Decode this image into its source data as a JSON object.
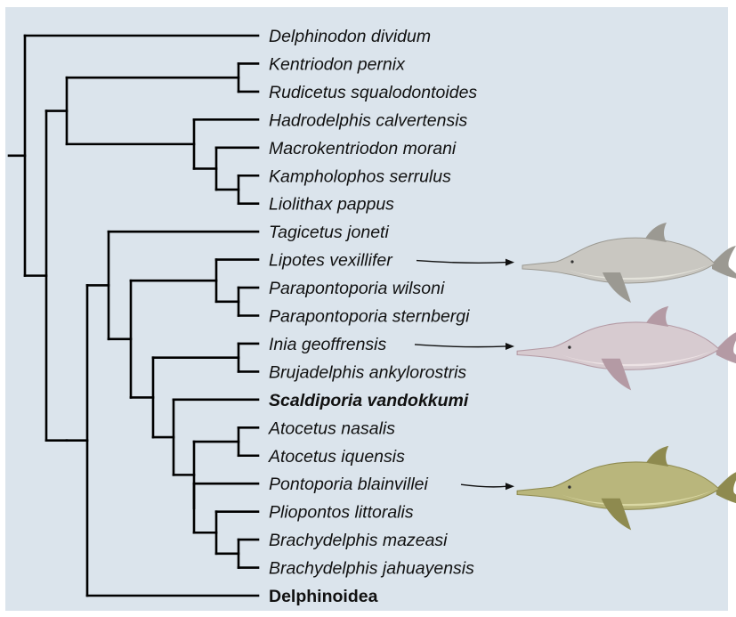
{
  "background_color": "#dbe4ec",
  "taxa": [
    {
      "id": "delphinodon",
      "name": "Delphinodon dividum",
      "italic": true,
      "bold": false
    },
    {
      "id": "kentriodon",
      "name": "Kentriodon pernix",
      "italic": true,
      "bold": false
    },
    {
      "id": "rudicetus",
      "name": "Rudicetus squalodontoides",
      "italic": true,
      "bold": false
    },
    {
      "id": "hadrodelphis",
      "name": "Hadrodelphis calvertensis",
      "italic": true,
      "bold": false
    },
    {
      "id": "macrokentriodon",
      "name": "Macrokentriodon morani",
      "italic": true,
      "bold": false
    },
    {
      "id": "kampholophos",
      "name": "Kampholophos serrulus",
      "italic": true,
      "bold": false
    },
    {
      "id": "liolithax",
      "name": "Liolithax pappus",
      "italic": true,
      "bold": false
    },
    {
      "id": "tagicetus",
      "name": "Tagicetus joneti",
      "italic": true,
      "bold": false
    },
    {
      "id": "lipotes",
      "name": "Lipotes vexillifer",
      "italic": true,
      "bold": false
    },
    {
      "id": "parapontoporia-wilsoni",
      "name": "Parapontoporia wilsoni",
      "italic": true,
      "bold": false
    },
    {
      "id": "parapontoporia-sternbergi",
      "name": "Parapontoporia sternbergi",
      "italic": true,
      "bold": false
    },
    {
      "id": "inia",
      "name": "Inia geoffrensis",
      "italic": true,
      "bold": false
    },
    {
      "id": "brujadelphis",
      "name": "Brujadelphis ankylorostris",
      "italic": true,
      "bold": false
    },
    {
      "id": "scaldiporia",
      "name": "Scaldiporia vandokkumi",
      "italic": true,
      "bold": true
    },
    {
      "id": "atocetus-nasalis",
      "name": "Atocetus nasalis",
      "italic": true,
      "bold": false
    },
    {
      "id": "atocetus-iquensis",
      "name": "Atocetus iquensis",
      "italic": true,
      "bold": false
    },
    {
      "id": "pontoporia",
      "name": "Pontoporia blainvillei",
      "italic": true,
      "bold": false
    },
    {
      "id": "pliopontos",
      "name": "Pliopontos littoralis",
      "italic": true,
      "bold": false
    },
    {
      "id": "brachydelphis-mazeasi",
      "name": "Brachydelphis mazeasi",
      "italic": true,
      "bold": false
    },
    {
      "id": "brachydelphis-jahuayensis",
      "name": "Brachydelphis jahuayensis",
      "italic": true,
      "bold": false
    },
    {
      "id": "delphinoidea",
      "name": "Delphinoidea",
      "italic": false,
      "bold": true
    }
  ],
  "illustrations": [
    {
      "taxon": "lipotes",
      "icon": "river-dolphin-lipotes-icon",
      "body_color": "#c9c7c1",
      "belly_color": "#e6e4dd",
      "shade_color": "#9b9992"
    },
    {
      "taxon": "inia",
      "icon": "river-dolphin-inia-icon",
      "body_color": "#d7cbd0",
      "belly_color": "#eee4e6",
      "shade_color": "#b49aa4"
    },
    {
      "taxon": "pontoporia",
      "icon": "river-dolphin-pontoporia-icon",
      "body_color": "#b9b67c",
      "belly_color": "#dedca8",
      "shade_color": "#8e8a4f"
    }
  ]
}
